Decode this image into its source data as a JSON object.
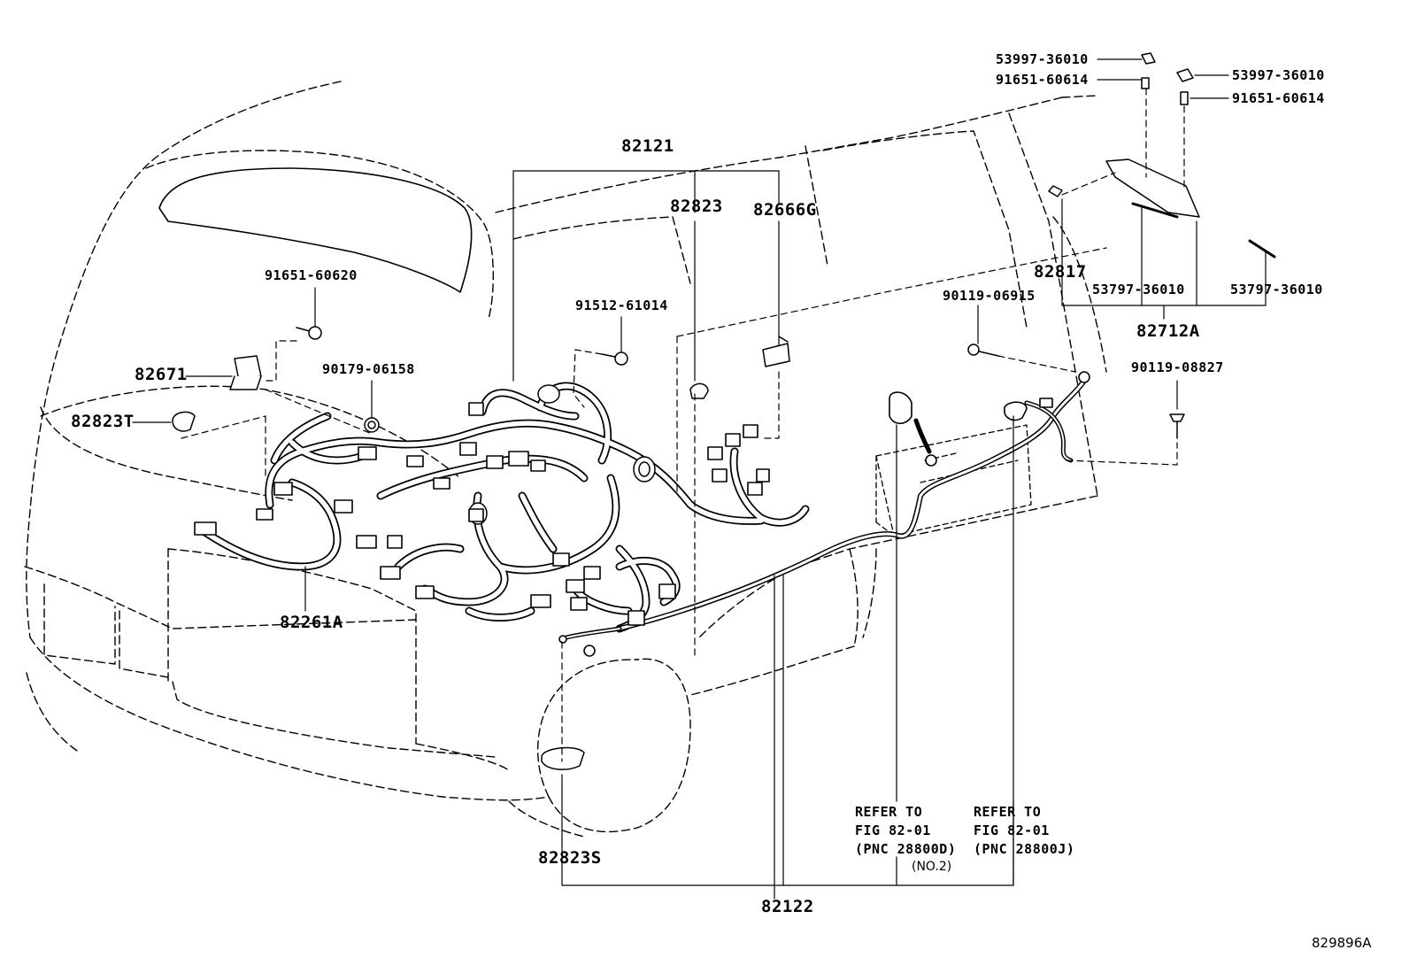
{
  "part_numbers": {
    "p82121": "82121",
    "p82823": "82823",
    "p82666G": "82666G",
    "p53997_a": "53997-36010",
    "p91651_a": "91651-60614",
    "p53997_b": "53997-36010",
    "p91651_b": "91651-60614",
    "p82817": "82817",
    "p53797_a": "53797-36010",
    "p53797_b": "53797-36010",
    "p82712A": "82712A",
    "p90119_06915": "90119-06915",
    "p90119_08827": "90119-08827",
    "p91651_60620": "91651-60620",
    "p91512_61014": "91512-61014",
    "p82671": "82671",
    "p90179_06158": "90179-06158",
    "p82823T": "82823T",
    "p82261A": "82261A",
    "p82823S": "82823S",
    "p82122": "82122"
  },
  "references": {
    "ref1_line1": "REFER TO",
    "ref1_line2": "FIG 82-01",
    "ref1_line3": "(PNC 28800D)",
    "ref1_line4": "(NO.2)",
    "ref2_line1": "REFER TO",
    "ref2_line2": "FIG 82-01",
    "ref2_line3": "(PNC 28800J)"
  },
  "figure_id": "829896A"
}
